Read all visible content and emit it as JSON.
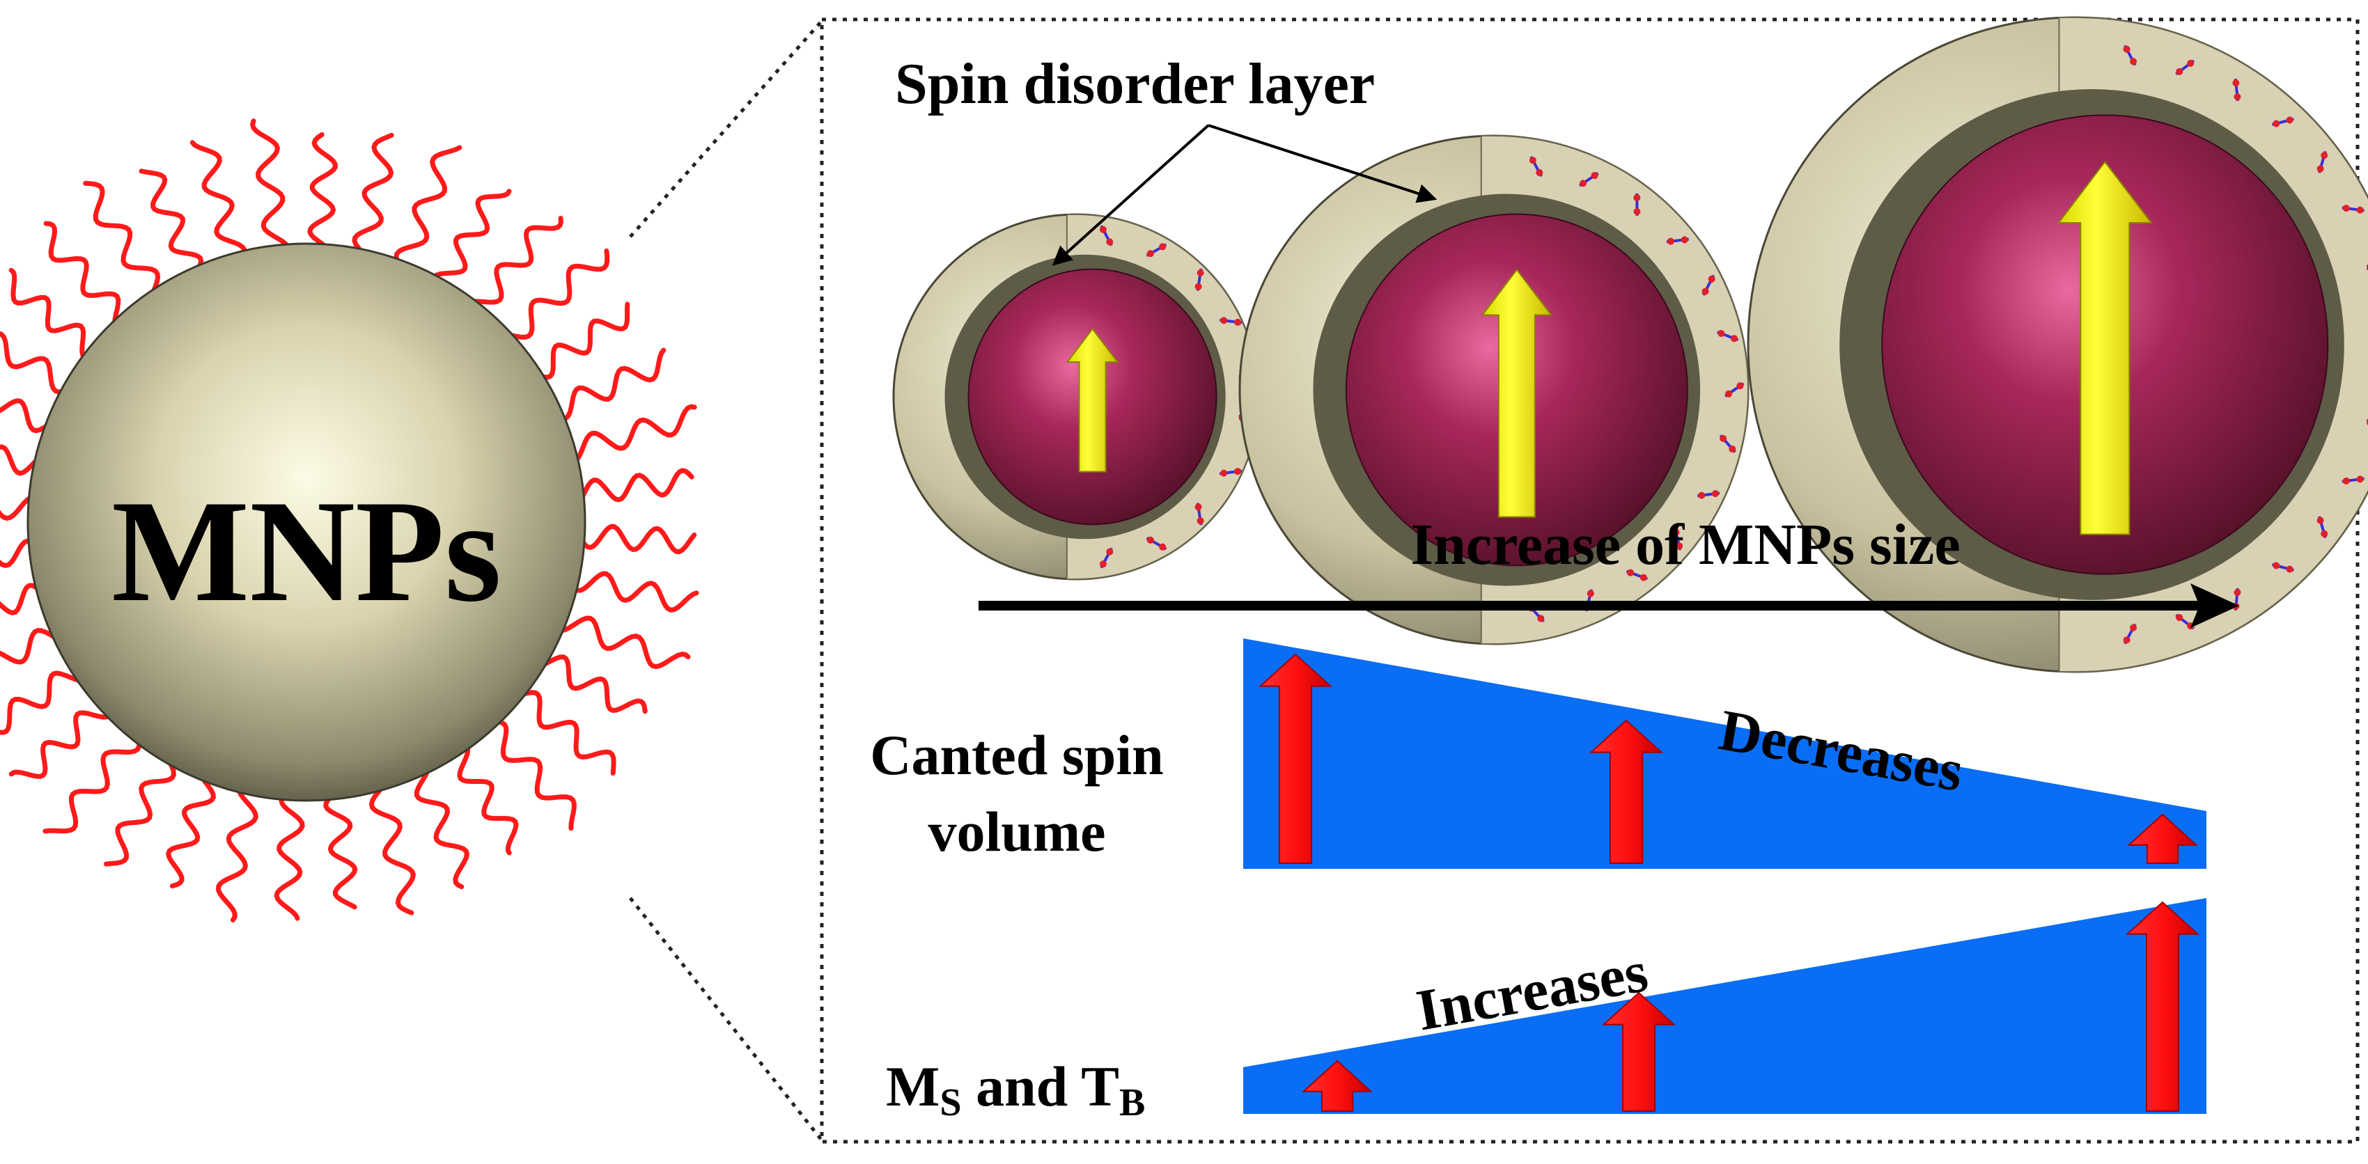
{
  "particle": {
    "label": "MNPs"
  },
  "panel": {
    "spin_disorder_label": "Spin disorder layer",
    "size_axis_label": "Increase of MNPs size"
  },
  "canted": {
    "label_line1": "Canted  spin",
    "label_line2": "volume",
    "trend": "Decreases"
  },
  "ms_tb": {
    "label_main": "M",
    "label_sub_s": "S",
    "label_and": " and T",
    "label_sub_b": "B",
    "trend": "Increases"
  },
  "colors": {
    "wedge": "#0a6df5",
    "red_arrow": "#f41820",
    "yellow_arrow": "#ffff00",
    "ligand": "#ff1a1a",
    "core": "#8e1f4a",
    "shell": "#d8d2b4"
  }
}
